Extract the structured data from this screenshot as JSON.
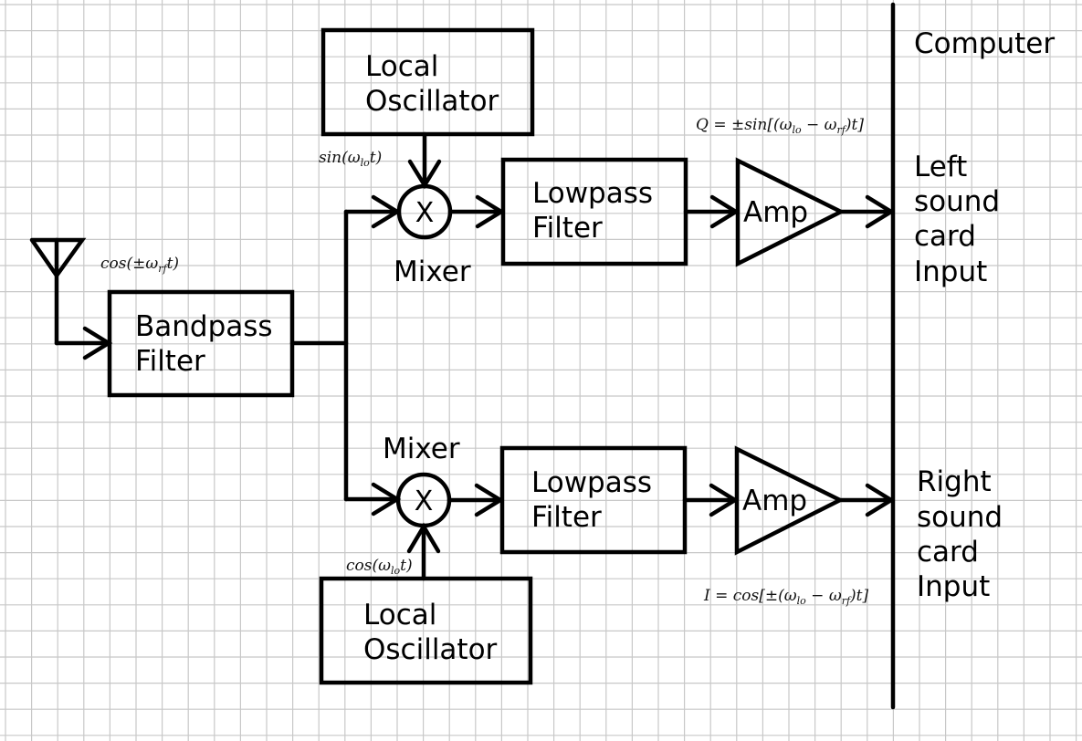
{
  "diagram": {
    "title": "Quadrature direct-conversion receiver block diagram",
    "grid_color": "#c8c8c8",
    "line_color": "#000000",
    "blocks": {
      "bandpass": {
        "line1": "Bandpass",
        "line2": "Filter"
      },
      "lo_top": {
        "line1": "Local",
        "line2": "Oscillator"
      },
      "lo_bottom": {
        "line1": "Local",
        "line2": "Oscillator"
      },
      "lpf_top": {
        "line1": "Lowpass",
        "line2": "Filter"
      },
      "lpf_bottom": {
        "line1": "Lowpass",
        "line2": "Filter"
      },
      "amp_top": {
        "label": "Amp"
      },
      "amp_bottom": {
        "label": "Amp"
      },
      "mixer_top": {
        "symbol": "X",
        "label": "Mixer"
      },
      "mixer_bottom": {
        "symbol": "X",
        "label": "Mixer"
      }
    },
    "computer": {
      "title": "Computer",
      "left_input": [
        "Left",
        "sound",
        "card",
        "Input"
      ],
      "right_input": [
        "Right",
        "sound",
        "card",
        "Input"
      ]
    },
    "equations": {
      "rf_signal": {
        "base": "cos(±ω",
        "sub": "rf",
        "tail": "t)"
      },
      "lo_sin": {
        "base": "sin(ω",
        "sub": "lo",
        "tail": "t)"
      },
      "lo_cos": {
        "base": "cos(ω",
        "sub": "lo",
        "tail": "t)"
      },
      "q_out": {
        "p1": "Q = ±sin[(ω",
        "sub1": "lo",
        "p2": " − ω",
        "sub2": "rf",
        "p3": ")t]"
      },
      "i_out": {
        "p1": "I = cos[±(ω",
        "sub1": "lo",
        "p2": " − ω",
        "sub2": "rf",
        "p3": ")t]"
      }
    },
    "icons": {
      "antenna": "antenna-icon"
    }
  }
}
